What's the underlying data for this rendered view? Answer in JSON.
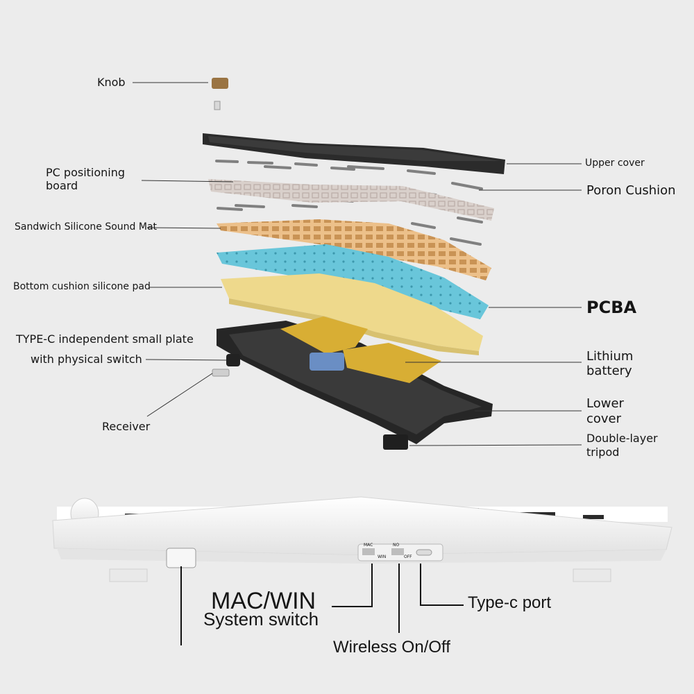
{
  "labels": {
    "knob": "Knob",
    "pc_positioning": [
      "PC positioning",
      "board"
    ],
    "sound_mat": "Sandwich Silicone Sound Mat",
    "bottom_pad": "Bottom cushion silicone pad",
    "typec_plate": [
      "TYPE-C independent small plate",
      "with physical switch"
    ],
    "receiver": "Receiver",
    "upper_cover": "Upper cover",
    "poron": "Poron Cushion",
    "pcba": "PCBA",
    "battery": [
      "Lithium",
      "battery"
    ],
    "lower_cover": [
      "Lower",
      "cover"
    ],
    "tripod": [
      "Double-layer",
      "tripod"
    ]
  },
  "side_view": {
    "switch1": {
      "top": "MAC",
      "bottom": "WIN"
    },
    "switch2": {
      "top": "NO",
      "bottom": "OFF"
    },
    "macwin_title": "MAC/WIN",
    "macwin_sub": "System switch",
    "typec_port": "Type-c port",
    "wireless": "Wireless On/Off"
  },
  "colors": {
    "background": "#ececec",
    "upper_cover": "#2b2b2b",
    "pc_board": "#d9d0cb",
    "sound_mat": "#ecc08a",
    "pcba": "#69c6da",
    "bottom_pad": "#eed98c",
    "battery": "#d8ae34",
    "lower_cover": "#262626"
  }
}
